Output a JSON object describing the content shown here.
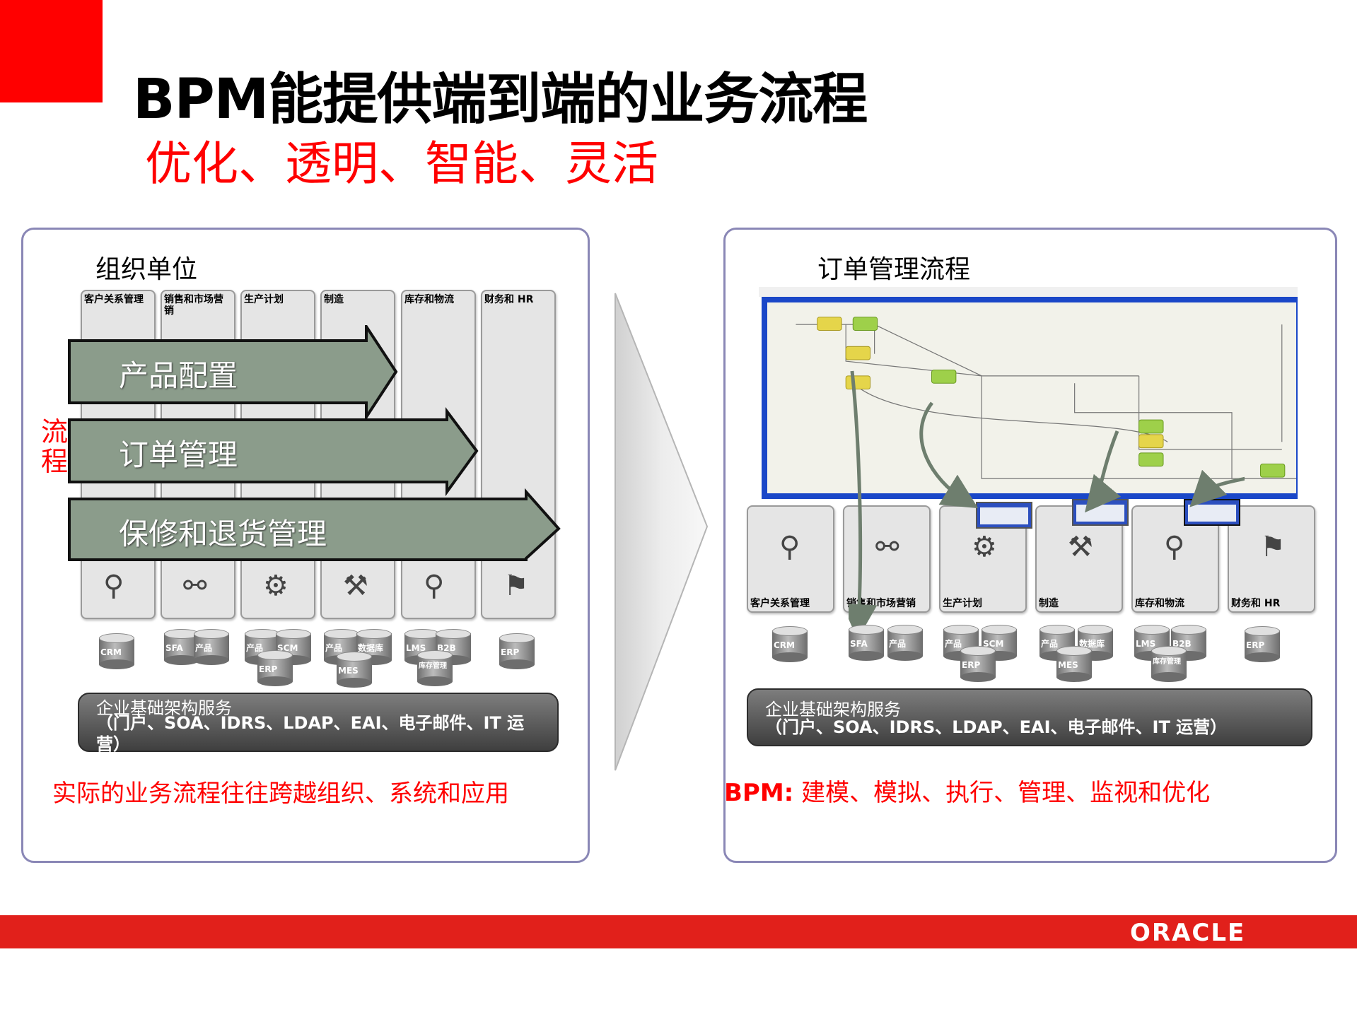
{
  "title": "BPM能提供端到端的业务流程",
  "subtitle": "优化、透明、智能、灵活",
  "left_panel": {
    "heading": "组织单位",
    "vertical_label": "流程",
    "columns": [
      {
        "label": "客户关系管理"
      },
      {
        "label": "销售和市场营销"
      },
      {
        "label": "生产计划"
      },
      {
        "label": "制造"
      },
      {
        "label": "库存和物流"
      },
      {
        "label": "财务和 HR"
      }
    ],
    "processes": [
      "产品配置",
      "订单管理",
      "保修和退货管理"
    ],
    "databases": [
      "CRM",
      "SFA",
      "产品",
      "产品",
      "SCM",
      "ERP",
      "产品",
      "数据库",
      "MES",
      "LMS",
      "B2B",
      "库存管理",
      "ERP"
    ],
    "infra_title": "企业基础架构服务",
    "infra_detail": "（门户、SOA、IDRS、LDAP、EAI、电子邮件、IT 运营）",
    "caption": "实际的业务流程往往跨越组织、系统和应用"
  },
  "right_panel": {
    "heading": "订单管理流程",
    "columns": [
      {
        "label": "客户关系管理"
      },
      {
        "label": "销售和市场营销"
      },
      {
        "label": "生产计划"
      },
      {
        "label": "制造"
      },
      {
        "label": "库存和物流"
      },
      {
        "label": "财务和 HR"
      }
    ],
    "databases": [
      "CRM",
      "SFA",
      "产品",
      "产品",
      "SCM",
      "ERP",
      "产品",
      "数据库",
      "MES",
      "LMS",
      "B2B",
      "库存管理",
      "ERP"
    ],
    "infra_title": "企业基础架构服务",
    "infra_detail": "（门户、SOA、IDRS、LDAP、EAI、电子邮件、IT 运营）",
    "caption_prefix": "BPM:",
    "caption": " 建模、模拟、执行、管理、监视和优化"
  },
  "footer": {
    "logo": "ORACLE"
  },
  "colors": {
    "accent_red": "#ff0000",
    "footer_red": "#e1201b",
    "arrow_fill": "#8b9c8b",
    "panel_border": "#8a87b6"
  }
}
